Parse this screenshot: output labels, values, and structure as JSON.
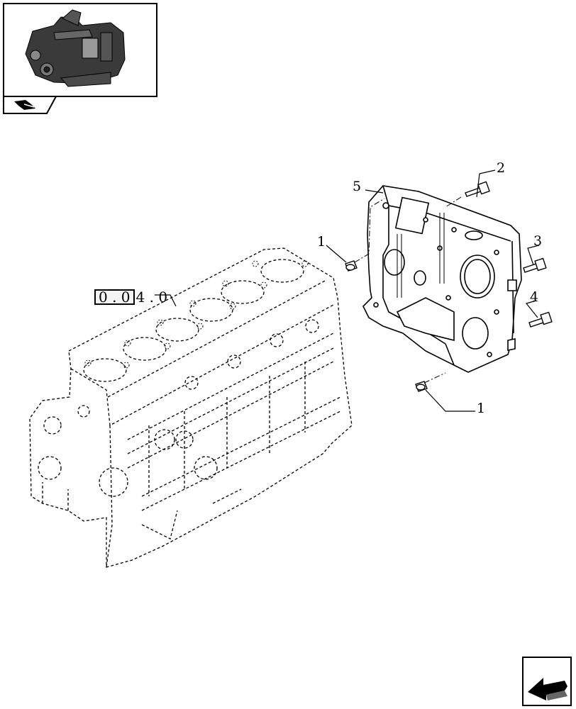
{
  "diagram": {
    "reference": {
      "boxed_part_a": "0 . 0",
      "boxed_part_b": "4 . 0"
    },
    "callouts": [
      {
        "id": "c2",
        "label": "2"
      },
      {
        "id": "c5",
        "label": "5"
      },
      {
        "id": "c1a",
        "label": "1"
      },
      {
        "id": "c3",
        "label": "3"
      },
      {
        "id": "c4",
        "label": "4"
      },
      {
        "id": "c1b",
        "label": "1"
      }
    ]
  },
  "icons": {
    "thumbnail": "engine-thumbnail-icon",
    "tab": "group-tab-icon",
    "nav": "next-page-arrow-icon"
  },
  "colors": {
    "line": "#000000",
    "background": "#ffffff"
  }
}
